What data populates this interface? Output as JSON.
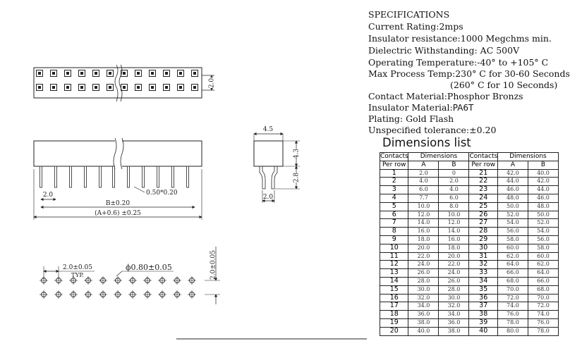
{
  "specifications": {
    "heading": "SPECIFICATIONS",
    "lines": [
      "Current Rating:2mps",
      "Insulator resistance:1000 Megchms min.",
      "Dielectric Withstanding: AC 500V",
      "Operating Temperature:-40°  to +105° C",
      "Max Process Temp:230° C for 30-60 Seconds",
      "(260° C for 10 Seconds)",
      "Contact Material:Phosphor Bronzs",
      "Insulator Material:",
      "Plating:  Gold Flash",
      "Unspecified tolerance:±0.20"
    ],
    "insulator_value": "PA6T"
  },
  "dimensions_list": {
    "title": "Dimensions list",
    "headers": {
      "contacts": "Contacts",
      "per_row": "Per row",
      "dimensions": "Dimensions",
      "col_a": "A",
      "col_b": "B"
    },
    "rows": [
      [
        "1",
        "2.0",
        "0",
        "21",
        "42.0",
        "40.0"
      ],
      [
        "2",
        "4.0",
        "2.0",
        "22",
        "44.0",
        "42.0"
      ],
      [
        "3",
        "6.0",
        "4.0",
        "23",
        "46.0",
        "44.0"
      ],
      [
        "4",
        "7.7",
        "6.0",
        "24",
        "48.0",
        "46.0"
      ],
      [
        "5",
        "10.0",
        "8.0",
        "25",
        "50.0",
        "48.0"
      ],
      [
        "6",
        "12.0",
        "10.0",
        "26",
        "52.0",
        "50.0"
      ],
      [
        "7",
        "14.0",
        "12.0",
        "27",
        "54.0",
        "52.0"
      ],
      [
        "8",
        "16.0",
        "14.0",
        "28",
        "56.0",
        "54.0"
      ],
      [
        "9",
        "18.0",
        "16.0",
        "29",
        "58.0",
        "56.0"
      ],
      [
        "10",
        "20.0",
        "18.0",
        "30",
        "60.0",
        "58.0"
      ],
      [
        "11",
        "22.0",
        "20.0",
        "31",
        "62.0",
        "60.0"
      ],
      [
        "12",
        "24.0",
        "22.0",
        "32",
        "64.0",
        "62.0"
      ],
      [
        "13",
        "26.0",
        "24.0",
        "33",
        "66.0",
        "64.0"
      ],
      [
        "14",
        "28.0",
        "26.0",
        "34",
        "68.0",
        "66.0"
      ],
      [
        "15",
        "30.0",
        "28.0",
        "35",
        "70.0",
        "68.0"
      ],
      [
        "16",
        "32.0",
        "30.0",
        "36",
        "72.0",
        "70.0"
      ],
      [
        "17",
        "34.0",
        "32.0",
        "37",
        "74.0",
        "72.0"
      ],
      [
        "18",
        "36.0",
        "34.0",
        "38",
        "76.0",
        "74.0"
      ],
      [
        "19",
        "38.0",
        "36.0",
        "39",
        "78.0",
        "76.0"
      ],
      [
        "20",
        "40.0",
        "38.0",
        "40",
        "80.0",
        "78.0"
      ]
    ]
  },
  "drawing_labels": {
    "top_height": "2.0",
    "side_width": "4.5",
    "side_height": "4.3",
    "side_pin_length": "2.8",
    "side_pitch": "2.0",
    "front_pitch": "2.0",
    "pin_size": "0.50*0.20",
    "dim_b": "B±0.20",
    "dim_total": "(A+0.6) ±0.25",
    "pcb_pitch": "2.0±0.05",
    "pcb_typ": "TYP.",
    "pcb_hole": "ϕ0.80±0.05",
    "pcb_row": "2.0±0.05"
  }
}
